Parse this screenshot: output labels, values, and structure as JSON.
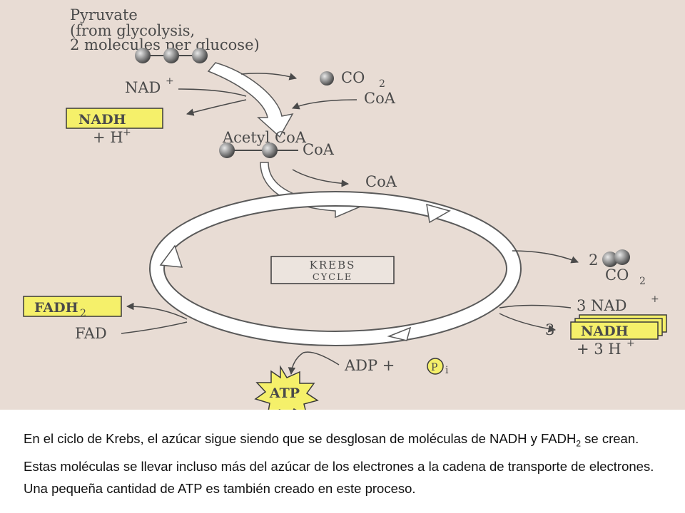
{
  "diagram": {
    "pyruvate_line1": "Pyruvate",
    "pyruvate_line2": "(from glycolysis,",
    "pyruvate_line3": "2 molecules per glucose)",
    "co2_top": "CO",
    "co2_top_sub": "2",
    "nad_plus": "NAD",
    "nad_plus_sup": "+",
    "coa_in": "CoA",
    "nadh": "NADH",
    "h_plus": "+ H",
    "h_plus_sup": "+",
    "acetyl_coa": "Acetyl CoA",
    "acetyl_coa_group": "CoA",
    "coa_out": "CoA",
    "krebs_line1": "Krebs",
    "krebs_line2": "Cycle",
    "co2_right_count": "2",
    "co2_right": "CO",
    "co2_right_sub": "2",
    "three_nad": "3 NAD",
    "three_nad_sup": "+",
    "three": "3",
    "nadh_right": "NADH",
    "three_h": "+ 3 H",
    "three_h_sup": "+",
    "fadh2": "FADH",
    "fadh2_sub": "2",
    "fad": "FAD",
    "adp": "ADP +",
    "pi": "P",
    "pi_sub": "i",
    "atp": "ATP"
  },
  "caption": {
    "part1": "En el ciclo de Krebs, el azúcar sigue siendo que se desglosan de moléculas de NADH y FADH",
    "sub": "2",
    "part2": " se crean. Estas moléculas se llevar incluso más del azúcar de los electrones a la cadena de transporte de electrones. Una pequeña cantidad de ATP es también creado en este proceso."
  },
  "colors": {
    "background": "#e8dcd4",
    "highlight_box": "#f5f06a",
    "arrow": "#5a5a5a",
    "molecule": "#8a8a8a"
  }
}
